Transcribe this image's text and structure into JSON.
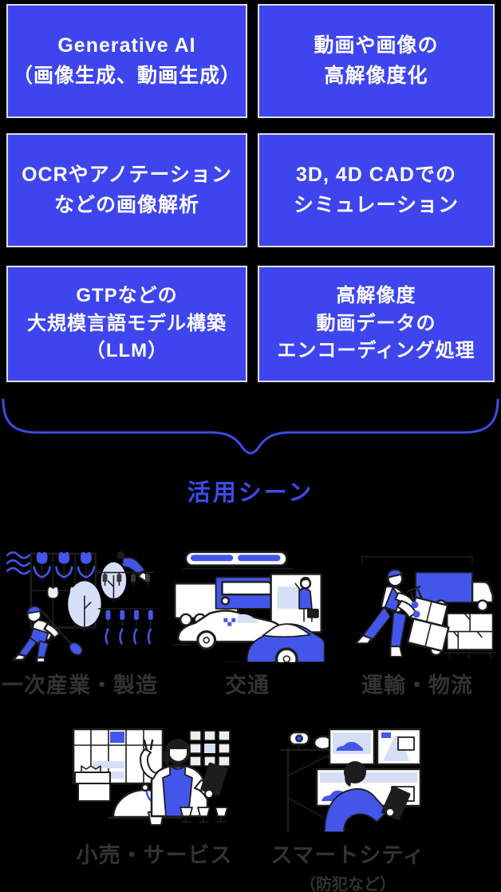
{
  "palette": {
    "background": "#000000",
    "box_blue": "#3e45ee",
    "box_border": "#dfdfef",
    "accent_blue": "#3c4ce8",
    "illustration_blue": "#4456e9",
    "illustration_light_blue": "#d7def8",
    "outline_dark": "#1d1d1d",
    "scene_label_color": "#333333"
  },
  "capability_boxes": [
    {
      "lines": [
        "Generative AI",
        "（画像生成、動画生成）"
      ]
    },
    {
      "lines": [
        "動画や画像の",
        "高解像度化"
      ]
    },
    {
      "lines": [
        "OCRやアノテーション",
        "などの画像解析"
      ]
    },
    {
      "lines": [
        "3D, 4D CADでの",
        "シミュレーション"
      ]
    },
    {
      "lines": [
        "GTPなどの",
        "大規模言語モデル構築",
        "（LLM）"
      ]
    },
    {
      "lines": [
        "高解像度",
        "動画データの",
        "エンコーディング処理"
      ]
    }
  ],
  "section_label": "活用シーン",
  "scenes": [
    {
      "label": "一次産業・製造",
      "icon": "farming-illustration"
    },
    {
      "label": "交通",
      "icon": "traffic-illustration"
    },
    {
      "label": "運輸・物流",
      "icon": "logistics-illustration"
    },
    {
      "label": "小売・サービス",
      "icon": "retail-illustration"
    },
    {
      "label": "スマートシティ",
      "sublabel": "（防犯など）",
      "icon": "smart-city-illustration"
    }
  ]
}
